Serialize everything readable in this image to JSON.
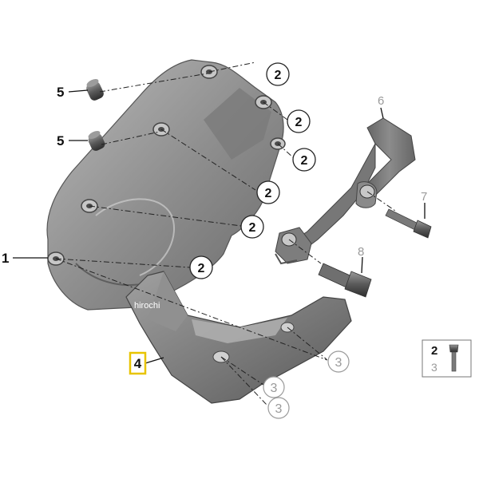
{
  "parts": {
    "p1": "1",
    "p4": "4",
    "p5a": "5",
    "p5b": "5",
    "p6": "6",
    "p7": "7",
    "p8": "8"
  },
  "callouts": [
    "2",
    "2",
    "2",
    "2",
    "2",
    "2",
    "3",
    "3",
    "3"
  ],
  "legend": {
    "top": "2",
    "bottom": "3"
  },
  "watermark": "hirochi",
  "colors": {
    "highlight": "#e8c400",
    "part_dark": "#6f6f6f",
    "part_mid": "#8e8e8e",
    "part_light": "#b5b5b5"
  }
}
